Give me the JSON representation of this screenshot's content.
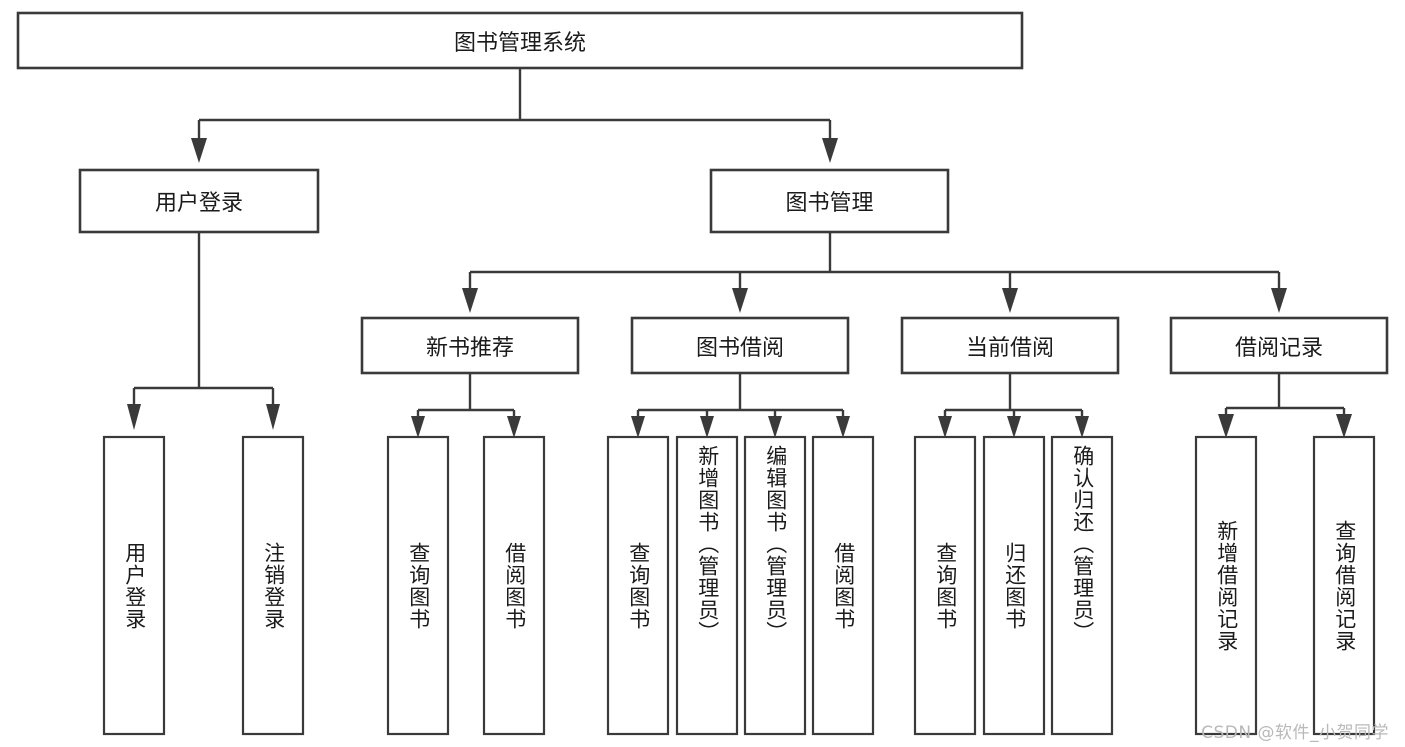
{
  "diagram": {
    "type": "tree",
    "title": "图书管理系统",
    "watermark": "CSDN @软件_小贺同学",
    "colors": {
      "box_stroke": "#3a3a3a",
      "box_fill": "#ffffff",
      "text": "#1b1b1b",
      "connector": "#3a3a3a",
      "watermark": "#b9b9b9",
      "background": "#ffffff"
    },
    "root": {
      "id": "root",
      "label": "图书管理系统",
      "orientation": "horizontal"
    },
    "level2": [
      {
        "id": "user-login",
        "label": "用户登录",
        "orientation": "horizontal"
      },
      {
        "id": "book-manage",
        "label": "图书管理",
        "orientation": "horizontal"
      }
    ],
    "level3": [
      {
        "id": "new-book-recommend",
        "label": "新书推荐",
        "parent": "book-manage",
        "orientation": "horizontal"
      },
      {
        "id": "book-borrow",
        "label": "图书借阅",
        "parent": "book-manage",
        "orientation": "horizontal"
      },
      {
        "id": "current-borrow",
        "label": "当前借阅",
        "parent": "book-manage",
        "orientation": "horizontal"
      },
      {
        "id": "borrow-record",
        "label": "借阅记录",
        "parent": "book-manage",
        "orientation": "horizontal"
      }
    ],
    "leaves": [
      {
        "id": "leaf-user-login",
        "label": "用户登录",
        "parent": "user-login",
        "orientation": "vertical"
      },
      {
        "id": "leaf-logout-login",
        "label": "注销登录",
        "parent": "user-login",
        "orientation": "vertical"
      },
      {
        "id": "leaf-query-book-recommend",
        "label": "查询图书",
        "parent": "new-book-recommend",
        "orientation": "vertical"
      },
      {
        "id": "leaf-borrow-book-recommend",
        "label": "借阅图书",
        "parent": "new-book-recommend",
        "orientation": "vertical"
      },
      {
        "id": "leaf-query-book-borrow",
        "label": "查询图书",
        "parent": "book-borrow",
        "orientation": "vertical"
      },
      {
        "id": "leaf-add-book-admin",
        "label": "新增图书（管理员）",
        "parent": "book-borrow",
        "orientation": "vertical"
      },
      {
        "id": "leaf-edit-book-admin",
        "label": "编辑图书（管理员）",
        "parent": "book-borrow",
        "orientation": "vertical"
      },
      {
        "id": "leaf-borrow-book",
        "label": "借阅图书",
        "parent": "book-borrow",
        "orientation": "vertical"
      },
      {
        "id": "leaf-query-book-current",
        "label": "查询图书",
        "parent": "current-borrow",
        "orientation": "vertical"
      },
      {
        "id": "leaf-return-book",
        "label": "归还图书",
        "parent": "current-borrow",
        "orientation": "vertical"
      },
      {
        "id": "leaf-confirm-return-admin",
        "label": "确认归还（管理员）",
        "parent": "current-borrow",
        "orientation": "vertical"
      },
      {
        "id": "leaf-add-borrow-record",
        "label": "新增借阅记录",
        "parent": "borrow-record",
        "orientation": "vertical"
      },
      {
        "id": "leaf-query-borrow-record",
        "label": "查询借阅记录",
        "parent": "borrow-record",
        "orientation": "vertical"
      }
    ]
  }
}
